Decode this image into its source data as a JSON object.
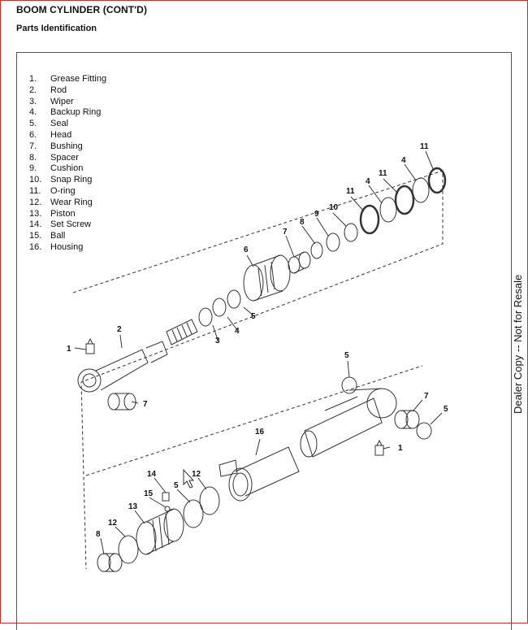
{
  "header": {
    "title": "BOOM CYLINDER (CONT'D)",
    "subtitle": "Parts Identification"
  },
  "legend": [
    {
      "num": "1.",
      "label": "Grease Fitting"
    },
    {
      "num": "2.",
      "label": "Rod"
    },
    {
      "num": "3.",
      "label": "Wiper"
    },
    {
      "num": "4.",
      "label": "Backup Ring"
    },
    {
      "num": "5.",
      "label": "Seal"
    },
    {
      "num": "6.",
      "label": "Head"
    },
    {
      "num": "7.",
      "label": "Bushing"
    },
    {
      "num": "8.",
      "label": "Spacer"
    },
    {
      "num": "9.",
      "label": "Cushion"
    },
    {
      "num": "10.",
      "label": "Snap Ring"
    },
    {
      "num": "11.",
      "label": "O-ring"
    },
    {
      "num": "12.",
      "label": "Wear Ring"
    },
    {
      "num": "13.",
      "label": "Piston"
    },
    {
      "num": "14.",
      "label": "Set Screw"
    },
    {
      "num": "15.",
      "label": "Ball"
    },
    {
      "num": "16.",
      "label": "Housing"
    }
  ],
  "callouts": {
    "c1a": "1",
    "c2": "2",
    "c3": "3",
    "c4a": "4",
    "c5a": "5",
    "c6": "6",
    "c7a": "7",
    "c8a": "8",
    "c9": "9",
    "c10": "10",
    "c11a": "11",
    "c4b": "4",
    "c11b": "11",
    "c4c": "4",
    "c11c": "11",
    "c7b": "7",
    "c5b": "5",
    "c7c": "7",
    "c5c": "5",
    "c1b": "1",
    "c16": "16",
    "c14": "14",
    "c5d": "5",
    "c12a": "12",
    "c15": "15",
    "c13": "13",
    "c12b": "12",
    "c8b": "8"
  },
  "watermark": "Dealer Copy -- Not for Resale"
}
